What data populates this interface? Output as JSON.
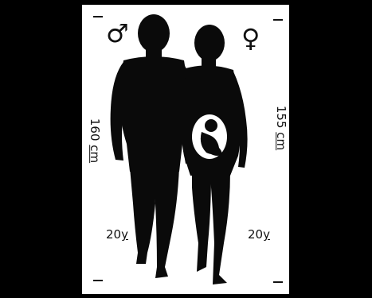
{
  "symbols": {
    "male": "♂",
    "female": "♀"
  },
  "male": {
    "height_value": "160",
    "height_unit": "cm",
    "age_value": "20",
    "age_unit": "y"
  },
  "female": {
    "height_value": "155",
    "height_unit": "cm",
    "age_value": "20",
    "age_unit": "y"
  },
  "colors": {
    "background": "#000000",
    "panel": "#ffffff",
    "silhouette": "#0a0a0a",
    "fetus": "#ffffff"
  },
  "icons": [
    "male-symbol-icon",
    "female-symbol-icon",
    "male-silhouette",
    "female-silhouette",
    "fetus-illustration"
  ]
}
